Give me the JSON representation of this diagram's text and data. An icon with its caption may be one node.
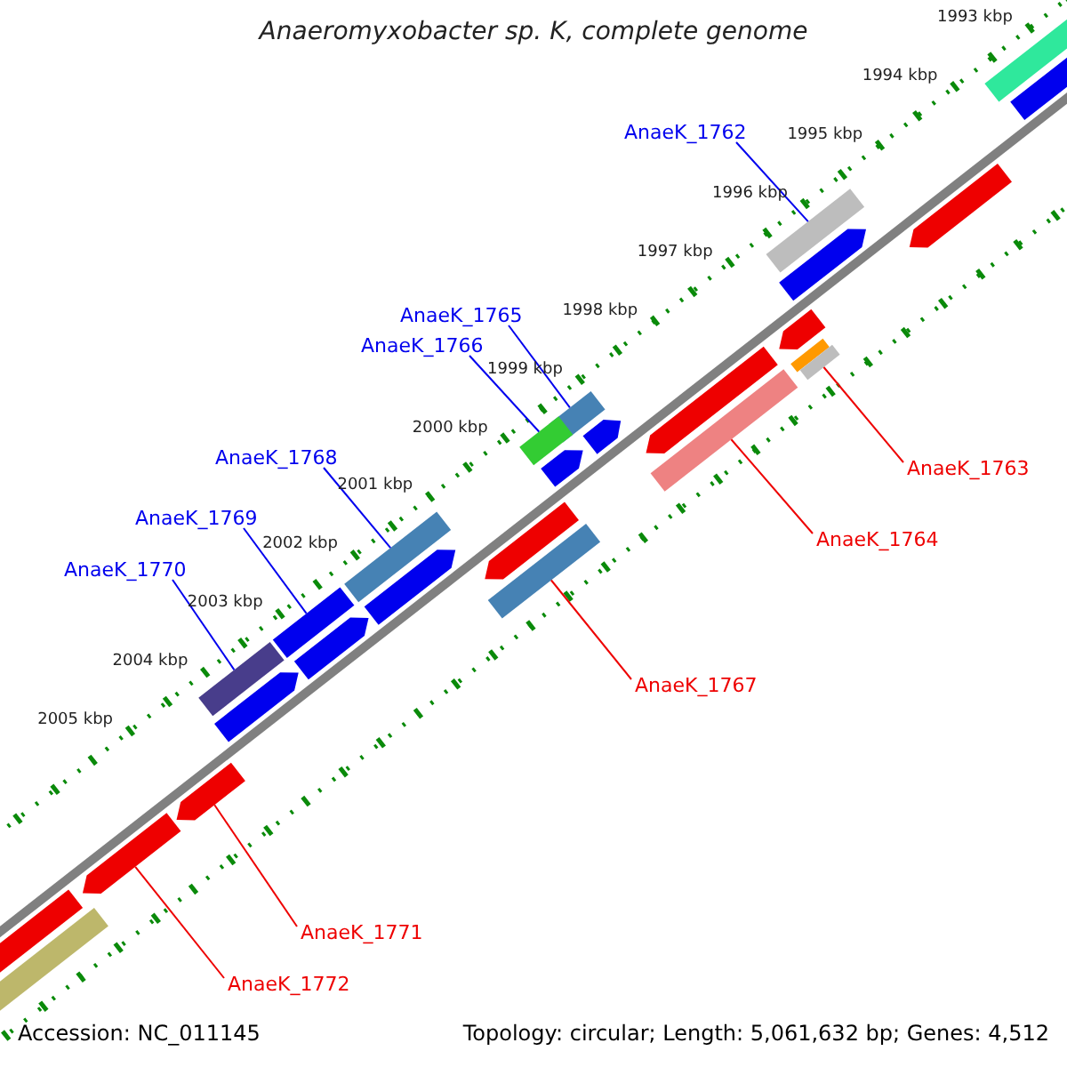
{
  "diagram": {
    "title": "Anaeromyxobacter sp. K, complete genome",
    "nodes": [
      {
        "text": [],
        "shape": "bar"
      },
      {
        "text": [],
        "shape": "arrow"
      },
      {
        "text": [],
        "shape": "arrow"
      },
      {
        "text": [],
        "shape": "bar"
      },
      {
        "text": [],
        "shape": "arrow"
      },
      {
        "text": [],
        "shape": "arrow"
      },
      {
        "text": [],
        "shape": "bar"
      },
      {
        "text": [],
        "shape": "bar"
      },
      {
        "text": [],
        "shape": "arrow"
      },
      {
        "text": [],
        "shape": "bar"
      },
      {
        "text": [],
        "shape": "bar"
      },
      {
        "text": [],
        "shape": "arrow"
      },
      {
        "text": [],
        "shape": "bar"
      },
      {
        "text": [],
        "shape": "arrow"
      },
      {
        "text": [],
        "shape": "arrow"
      },
      {
        "text": [],
        "shape": "bar"
      },
      {
        "text": [],
        "shape": "bar"
      },
      {
        "text": [],
        "shape": "arrow"
      },
      {
        "text": [],
        "shape": "bar"
      },
      {
        "text": [],
        "shape": "arrow"
      },
      {
        "text": [],
        "shape": "bar"
      },
      {
        "text": [],
        "shape": "arrow"
      },
      {
        "text": [],
        "shape": "arrow"
      },
      {
        "text": [],
        "shape": "arrow"
      },
      {
        "text": [],
        "shape": "bar"
      },
      {
        "text": [],
        "shape": "bar"
      },
      {
        "text": [
          "AnaeK_1762"
        ]
      },
      {
        "text": [
          "AnaeK_1765"
        ]
      },
      {
        "text": [
          "AnaeK_1766"
        ]
      },
      {
        "text": [
          "AnaeK_1768"
        ]
      },
      {
        "text": [
          "AnaeK_1763"
        ]
      },
      {
        "text": [
          "AnaeK_1769"
        ]
      },
      {
        "text": [
          "AnaeK_1764"
        ]
      },
      {
        "text": [
          "AnaeK_1770"
        ]
      },
      {
        "text": [
          "AnaeK_1767"
        ]
      },
      {
        "text": [
          "AnaeK_1771"
        ]
      },
      {
        "text": [
          "AnaeK_1772"
        ]
      }
    ],
    "edges": [
      {
        "from": 26,
        "to": 3,
        "arrow": "none"
      },
      {
        "from": 27,
        "to": 9,
        "arrow": "none"
      },
      {
        "from": 28,
        "to": 12,
        "arrow": "none"
      },
      {
        "from": 29,
        "to": 15,
        "arrow": "none"
      },
      {
        "from": 30,
        "to": 7,
        "arrow": "none",
        "color": "#ee0000"
      },
      {
        "from": 31,
        "to": 18,
        "arrow": "none"
      },
      {
        "from": 32,
        "to": 10,
        "arrow": "none",
        "color": "#ee0000"
      },
      {
        "from": 33,
        "to": 20,
        "arrow": "none"
      },
      {
        "from": 34,
        "to": 16,
        "arrow": "none",
        "color": "#ee0000"
      },
      {
        "from": 35,
        "to": 22,
        "arrow": "none",
        "color": "#ee0000"
      },
      {
        "from": 36,
        "to": 23,
        "arrow": "none",
        "color": "#ee0000"
      }
    ],
    "labels": [
      "1993 kbp",
      "1994 kbp",
      "1995 kbp",
      "1996 kbp",
      "1997 kbp",
      "1998 kbp",
      "1999 kbp",
      "2000 kbp",
      "2001 kbp",
      "2002 kbp",
      "2003 kbp",
      "2004 kbp",
      "2005 kbp",
      "Accession: NC_011145",
      "Topology: circular; Length: 5,061,632 bp; Genes: 4,512"
    ]
  }
}
